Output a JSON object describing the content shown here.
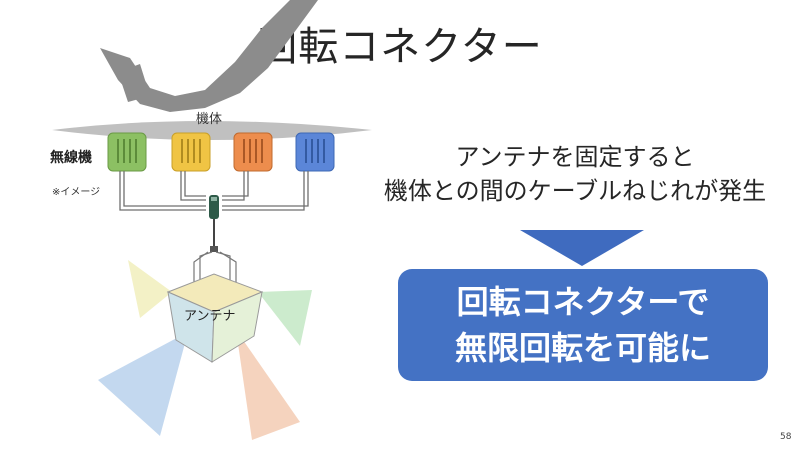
{
  "title": "回転コネクター",
  "diagram": {
    "aircraft_label": "機体",
    "radio_label": "無線機",
    "image_note": "※イメージ",
    "antenna_label": "アンテナ",
    "radio_colors": [
      "#8cc063",
      "#f0c444",
      "#ed8d4d",
      "#5b86d8"
    ]
  },
  "message": {
    "line1": "アンテナを固定すると",
    "line2": "機体との間のケーブルねじれが発生"
  },
  "result": {
    "line1": "回転コネクターで",
    "line2": "無限回転を可能に"
  },
  "page_number": "58"
}
